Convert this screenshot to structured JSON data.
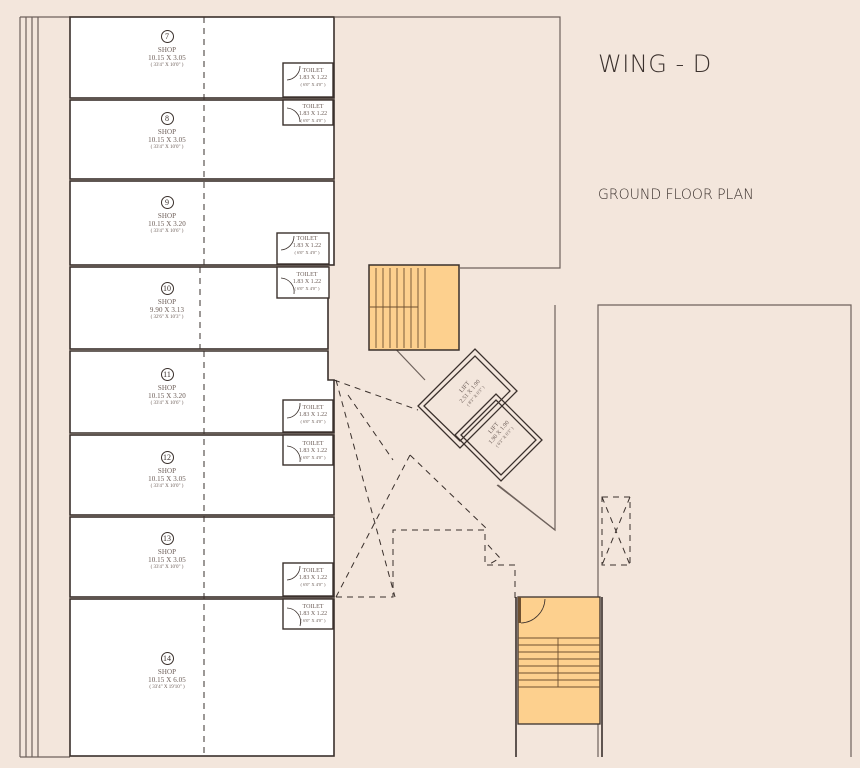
{
  "title": {
    "wing": "WING - D",
    "plan": "GROUND FLOOR PLAN"
  },
  "colors": {
    "background": "#f3e6dc",
    "shop_fill": "#ffffff",
    "wall": "#3a302c",
    "staircase": "#fdd08e",
    "text": "#6b5c56"
  },
  "shops": [
    {
      "number": "7",
      "type": "SHOP",
      "metric": "10.15 X 3.05",
      "imperial": "( 33'4\" X 10'0\" )"
    },
    {
      "number": "8",
      "type": "SHOP",
      "metric": "10.15 X 3.05",
      "imperial": "( 33'4\" X 10'0\" )"
    },
    {
      "number": "9",
      "type": "SHOP",
      "metric": "10.15 X 3.20",
      "imperial": "( 33'4\" X 10'6\" )"
    },
    {
      "number": "10",
      "type": "SHOP",
      "metric": "9.90 X 3.13",
      "imperial": "( 32'6\" X 10'3\" )"
    },
    {
      "number": "11",
      "type": "SHOP",
      "metric": "10.15 X 3.20",
      "imperial": "( 33'4\" X 10'6\" )"
    },
    {
      "number": "12",
      "type": "SHOP",
      "metric": "10.15 X 3.05",
      "imperial": "( 33'4\" X 10'0\" )"
    },
    {
      "number": "13",
      "type": "SHOP",
      "metric": "10.15 X 3.05",
      "imperial": "( 33'4\" X 10'0\" )"
    },
    {
      "number": "14",
      "type": "SHOP",
      "metric": "10.15 X 6.05",
      "imperial": "( 33'4\" X 19'10\" )"
    }
  ],
  "toilets": [
    {
      "label": "TOILET",
      "metric": "1.83 X 1.22",
      "imperial": "( 6'0\" X 4'0\" )"
    },
    {
      "label": "TOILET",
      "metric": "1.83 X 1.22",
      "imperial": "( 6'0\" X 4'0\" )"
    },
    {
      "label": "TOILET",
      "metric": "1.83 X 1.22",
      "imperial": "( 6'0\" X 4'0\" )"
    },
    {
      "label": "TOILET",
      "metric": "1.83 X 1.22",
      "imperial": "( 6'0\" X 4'0\" )"
    },
    {
      "label": "TOILET",
      "metric": "1.83 X 1.22",
      "imperial": "( 6'0\" X 4'0\" )"
    },
    {
      "label": "TOILET",
      "metric": "1.83 X 1.22",
      "imperial": "( 6'0\" X 4'0\" )"
    },
    {
      "label": "TOILET",
      "metric": "1.83 X 1.22",
      "imperial": "( 6'0\" X 4'0\" )"
    },
    {
      "label": "TOILET",
      "metric": "1.83 X 1.22",
      "imperial": "( 6'0\" X 4'0\" )"
    }
  ],
  "lifts": [
    {
      "label": "LIFT",
      "metric": "2.51 X 1.90",
      "imperial": "( 8'3\" X 6'3\" )"
    },
    {
      "label": "LIFT",
      "metric": "1.90 X 1.90",
      "imperial": "( 6'3\" X 6'3\" )"
    }
  ]
}
